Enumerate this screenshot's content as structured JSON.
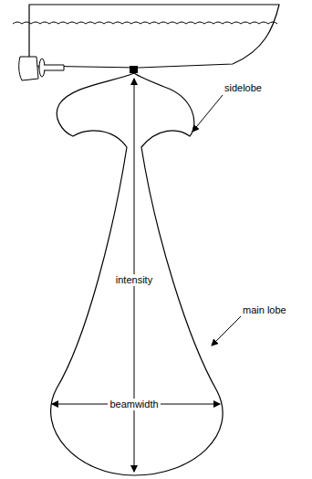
{
  "diagram": {
    "labels": [
      "sidelobe",
      "intensity",
      "main lobe",
      "beamwidth"
    ]
  }
}
